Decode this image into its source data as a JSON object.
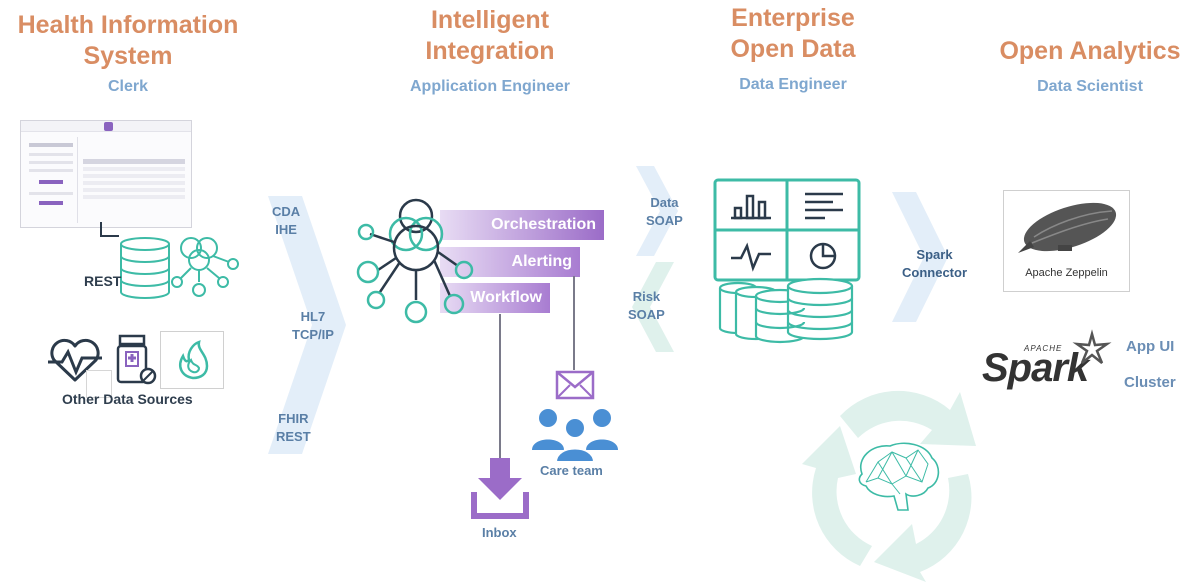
{
  "columns": {
    "his": {
      "title_line1": "Health Information",
      "title_line2": "System",
      "role": "Clerk"
    },
    "integration": {
      "title_line1": "Intelligent",
      "title_line2": "Integration",
      "role": "Application Engineer"
    },
    "open_data": {
      "title_line1": "Enterprise",
      "title_line2": "Open Data",
      "role": "Data Engineer"
    },
    "analytics": {
      "title_line1": "Open Analytics",
      "role": "Data Scientist"
    }
  },
  "his": {
    "rest_label": "REST",
    "other_sources_label": "Other Data Sources"
  },
  "protocols": {
    "cda": "CDA",
    "ihe": "IHE",
    "hl7": "HL7",
    "tcpip": "TCP/IP",
    "fhir": "FHIR",
    "rest": "REST"
  },
  "integration": {
    "bars": [
      "Orchestration",
      "Alerting",
      "Workflow"
    ],
    "care_team_label": "Care team",
    "inbox_label": "Inbox"
  },
  "exchange": {
    "data_line1": "Data",
    "data_line2": "SOAP",
    "risk_line1": "Risk",
    "risk_line2": "SOAP"
  },
  "analytics": {
    "connector_line1": "Spark",
    "connector_line2": "Connector",
    "zeppelin_label": "Apache Zeppelin",
    "spark_small": "APACHE",
    "spark_word": "Spark",
    "app_ui_label": "App UI",
    "cluster_label": "Cluster"
  },
  "colors": {
    "title": "#d98d63",
    "role": "#7fa7cf",
    "teal": "#3dbba6",
    "purple": "#9b6cc8",
    "navy": "#2b3a4a",
    "arrow_fill": "#e3eef9"
  }
}
